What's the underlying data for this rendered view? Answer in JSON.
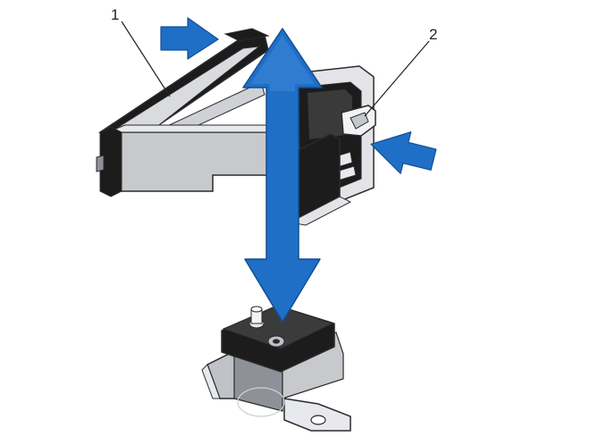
{
  "callouts": [
    {
      "number": "1"
    },
    {
      "number": "2"
    }
  ],
  "colors": {
    "arrow": "#1f6fc7",
    "arrow_dark": "#124e94",
    "metal_light": "#e8e9ec",
    "metal_mid": "#bfc2c7",
    "metal_dark": "#8e9298",
    "plastic": "#1c1c1c",
    "outline": "#2b2b2b"
  },
  "icons": {
    "vertical_arrow": "double-headed-arrow-up-down",
    "push_arrows": "press-direction-arrow"
  }
}
